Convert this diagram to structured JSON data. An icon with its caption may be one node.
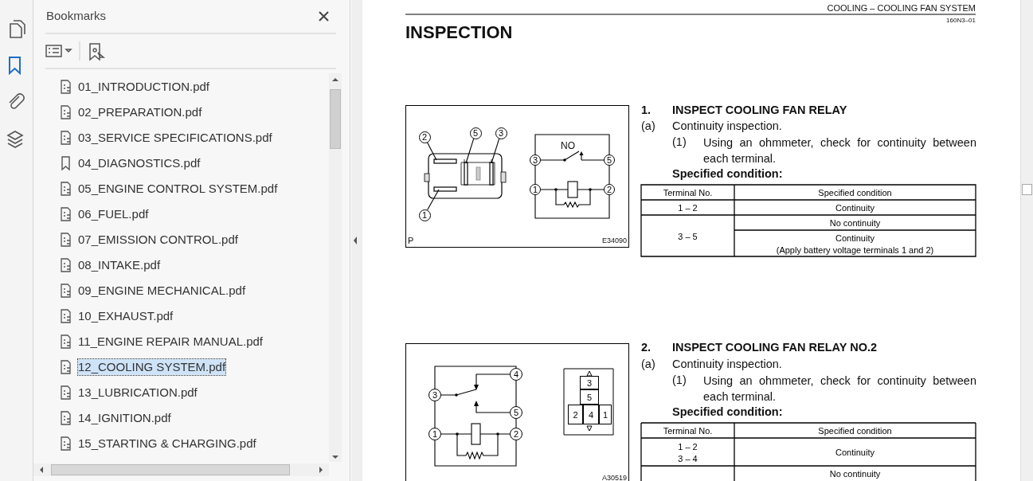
{
  "diagram": {
    "title": "INSPECTION",
    "nodes": [
      {
        "text": [
          "2"
        ]
      },
      {
        "text": [
          "5"
        ]
      },
      {
        "text": [
          "3"
        ]
      },
      {
        "text": [
          "1"
        ]
      },
      {
        "text": [
          "3"
        ]
      },
      {
        "text": [
          "5"
        ]
      },
      {
        "text": [
          "1"
        ]
      },
      {
        "text": [
          "2"
        ]
      },
      {
        "text": [
          "4"
        ]
      },
      {
        "text": [
          "3"
        ]
      },
      {
        "text": [
          "5"
        ]
      },
      {
        "text": [
          "1"
        ]
      },
      {
        "text": [
          "2"
        ]
      },
      {
        "text": [
          "3"
        ]
      },
      {
        "text": [
          "5"
        ]
      },
      {
        "text": [
          "2"
        ]
      },
      {
        "text": [
          "4"
        ]
      },
      {
        "text": [
          "1"
        ]
      }
    ],
    "edges": [
      {
        "from": 0,
        "to": null,
        "arrow": "none"
      },
      {
        "from": 1,
        "to": null,
        "arrow": "none"
      },
      {
        "from": 2,
        "to": null,
        "arrow": "none"
      },
      {
        "from": 3,
        "to": null,
        "arrow": "none"
      }
    ],
    "labels": [
      "Bookmarks",
      "01_INTRODUCTION.pdf",
      "02_PREPARATION.pdf",
      "03_SERVICE SPECIFICATIONS.pdf",
      "04_DIAGNOSTICS.pdf",
      "05_ENGINE CONTROL SYSTEM.pdf",
      "06_FUEL.pdf",
      "07_EMISSION CONTROL.pdf",
      "08_INTAKE.pdf",
      "09_ENGINE MECHANICAL.pdf",
      "10_EXHAUST.pdf",
      "11_ENGINE REPAIR MANUAL.pdf",
      "12_COOLING SYSTEM.pdf",
      "13_LUBRICATION.pdf",
      "14_IGNITION.pdf",
      "15_STARTING & CHARGING.pdf",
      "COOLING – COOLING FAN SYSTEM",
      "160N3–01",
      "P",
      "NO",
      "E34090",
      "1.",
      "INSPECT COOLING FAN RELAY",
      "(a)",
      "Continuity inspection.",
      "(1)",
      "Using an ohmmeter, check for continuity between each terminal.",
      "Specified condition:",
      "Terminal No.",
      "Specified condition",
      "1 – 2",
      "Continuity",
      "3 – 5",
      "No continuity",
      "Continuity",
      "(Apply battery voltage terminals 1 and 2)",
      "A30519",
      "2.",
      "INSPECT COOLING FAN RELAY NO.2",
      "(a)",
      "Continuity inspection.",
      "(1)",
      "Using an ohmmeter, check for continuity between each terminal.",
      "Specified condition:",
      "Terminal No.",
      "Specified condition",
      "1 – 2",
      "3 – 4",
      "Continuity",
      "No continuity"
    ]
  }
}
